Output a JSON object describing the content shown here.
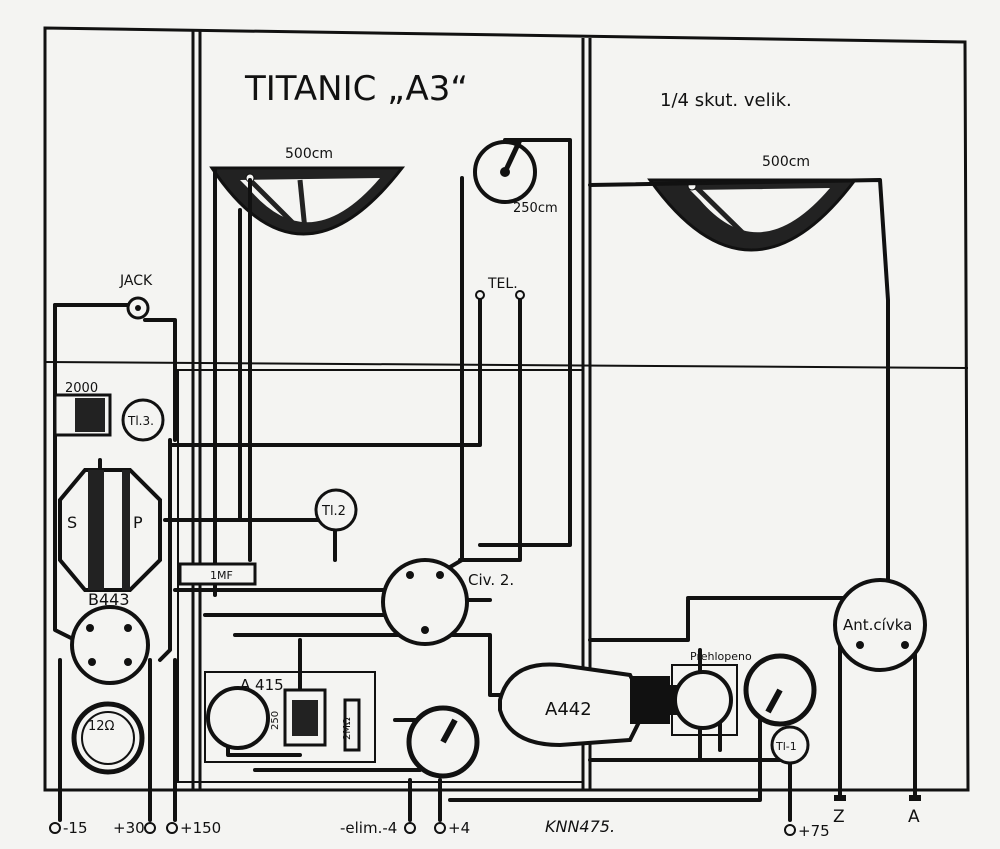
{
  "title": "TITANIC „A3“",
  "scale_note": "1/4 skut. velik.",
  "capacitors": {
    "c1": "500cm",
    "c2": "250cm",
    "c3": "500cm"
  },
  "labels": {
    "jack": "JACK",
    "tel": "TEL.",
    "c2000": "2000",
    "tl3": "Tl.3.",
    "tl2": "Tl.2",
    "tl1": "Tl-1",
    "s": "S",
    "p": "P",
    "b443": "B443",
    "mf": "1MF",
    "civ2": "Civ. 2.",
    "a415": "A 415",
    "r250": "250",
    "r2m": "2MΩ",
    "a442": "A442",
    "prehl": "Přehlopeno",
    "antcivka": "Ant.cívka",
    "ohm12": "12Ω",
    "z": "Z",
    "a": "A",
    "code": "KNN475."
  },
  "terminals": {
    "m15": "-15",
    "p30": "+30",
    "p150": "+150",
    "elim": "-elim.-4",
    "p4": "+4",
    "p75": "+75"
  }
}
